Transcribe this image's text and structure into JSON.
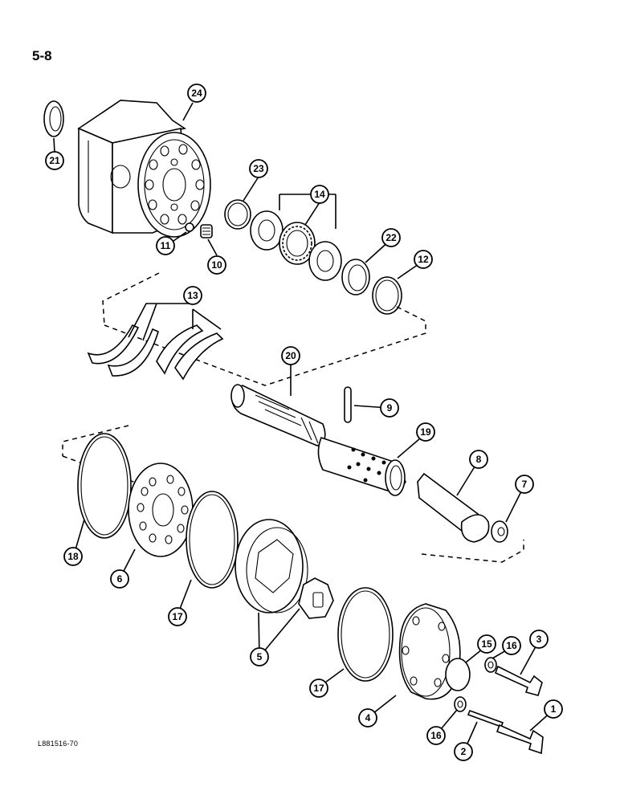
{
  "page": {
    "number": "5-8",
    "figure_code": "L881516-70"
  },
  "callouts": [
    "24",
    "21",
    "23",
    "14",
    "11",
    "10",
    "22",
    "12",
    "13",
    "20",
    "9",
    "19",
    "8",
    "7",
    "18",
    "6",
    "17",
    "5",
    "17",
    "15",
    "16",
    "3",
    "4",
    "16",
    "2",
    "1"
  ]
}
